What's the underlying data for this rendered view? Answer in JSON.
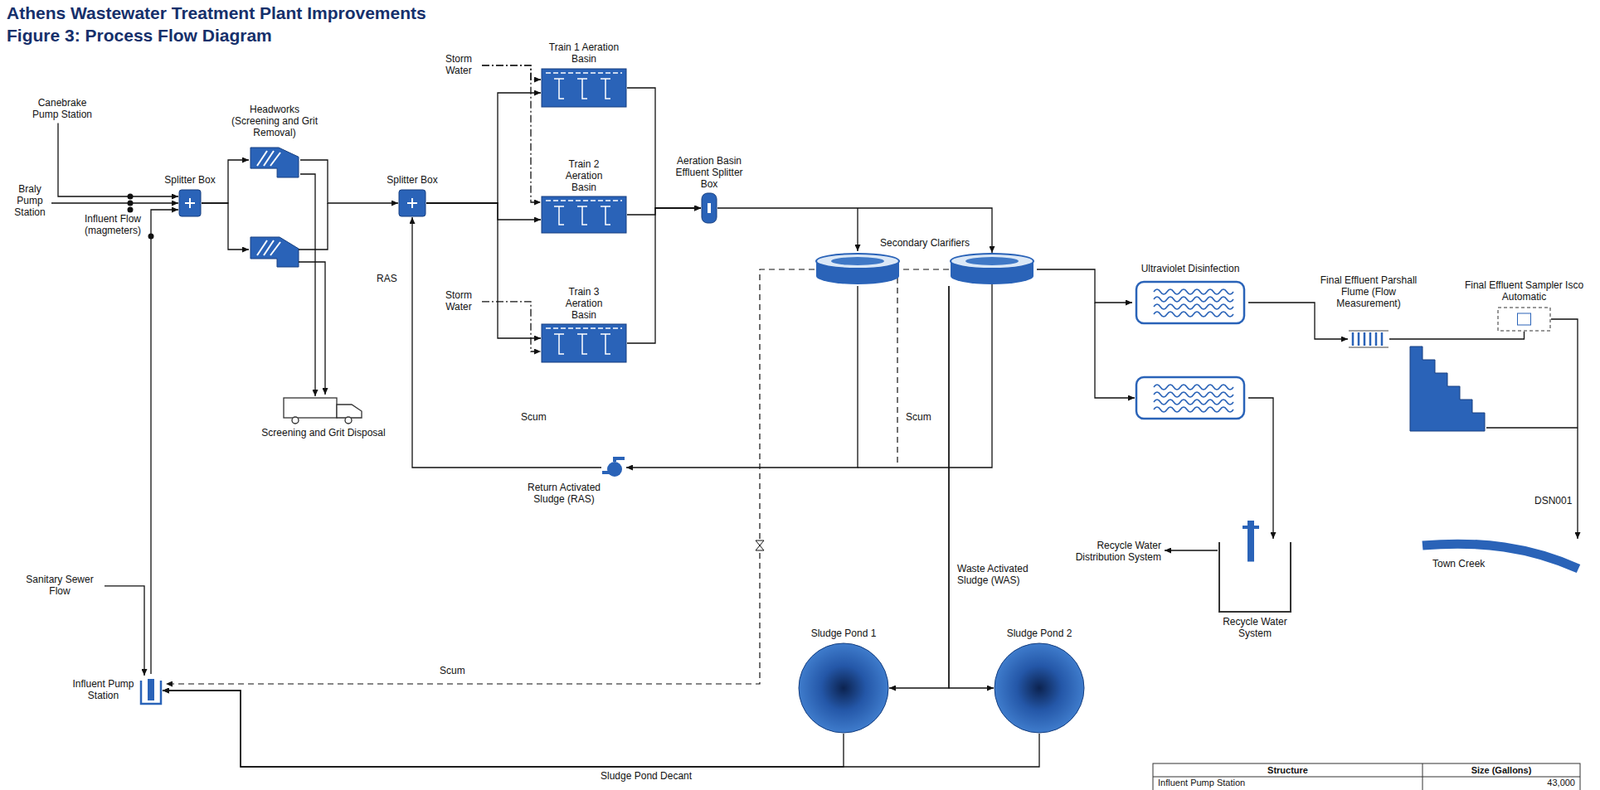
{
  "diagram": {
    "title": "Athens Wastewater Treatment Plant Improvements",
    "caption": "Figure 3: Process Flow Diagram",
    "nodes": [
      {
        "text": [
          "Canebrake Pump Station"
        ]
      },
      {
        "text": [
          "Braly Pump Station"
        ]
      },
      {
        "text": [
          "Splitter Box"
        ]
      },
      {
        "text": [
          "Headworks (Screening and Grit Removal)"
        ]
      },
      {
        "text": [
          "Splitter Box"
        ]
      },
      {
        "text": [
          "Train 1 Aeration Basin"
        ]
      },
      {
        "text": [
          "Train 2 Aeration Basin"
        ]
      },
      {
        "text": [
          "Train 3 Aeration Basin"
        ]
      },
      {
        "text": [
          "Aeration Basin Effluent Splitter Box"
        ]
      },
      {
        "text": [
          "Secondary Clarifiers"
        ]
      },
      {
        "text": [
          "Ultraviolet Disinfection"
        ]
      },
      {
        "text": [
          "Final Effluent Parshall Flume (Flow Measurement)"
        ]
      },
      {
        "text": [
          "Final Effluent Sampler Isco Automatic"
        ]
      },
      {
        "text": [
          "Town Creek"
        ]
      },
      {
        "text": [
          "Recycle Water System"
        ]
      },
      {
        "text": [
          "Recycle Water Distribution System"
        ]
      },
      {
        "text": [
          "Return Activated Sludge (RAS)"
        ]
      },
      {
        "text": [
          "Screening and Grit Disposal"
        ]
      },
      {
        "text": [
          "Sludge Pond 1"
        ]
      },
      {
        "text": [
          "Sludge Pond 2"
        ]
      },
      {
        "text": [
          "Influent Pump Station"
        ]
      },
      {
        "text": [
          "Sanitary Sewer Flow"
        ]
      },
      {
        "text": [
          "Storm Water"
        ]
      },
      {
        "text": [
          "Storm Water"
        ]
      }
    ],
    "edges": [
      {
        "from": 0,
        "to": 2,
        "arrow": "to"
      },
      {
        "from": 1,
        "to": 2,
        "arrow": "to"
      },
      {
        "from": 20,
        "to": 2,
        "arrow": "to"
      },
      {
        "from": 2,
        "to": 3,
        "arrow": "to"
      },
      {
        "from": 3,
        "to": 4,
        "arrow": "to"
      },
      {
        "from": 4,
        "to": 5,
        "arrow": "to"
      },
      {
        "from": 4,
        "to": 6,
        "arrow": "to"
      },
      {
        "from": 4,
        "to": 7,
        "arrow": "to"
      },
      {
        "from": 22,
        "to": 5,
        "arrow": "to"
      },
      {
        "from": 22,
        "to": 6,
        "arrow": "to"
      },
      {
        "from": 23,
        "to": 7,
        "arrow": "to"
      },
      {
        "from": 5,
        "to": 8,
        "arrow": "to"
      },
      {
        "from": 6,
        "to": 8,
        "arrow": "to"
      },
      {
        "from": 7,
        "to": 8,
        "arrow": "to"
      },
      {
        "from": 8,
        "to": 9,
        "arrow": "to"
      },
      {
        "from": 9,
        "to": 10,
        "arrow": "to"
      },
      {
        "from": 10,
        "to": 11,
        "arrow": "to"
      },
      {
        "from": 11,
        "to": 12,
        "arrow": "none"
      },
      {
        "from": 12,
        "to": 13,
        "arrow": "to",
        "label": "DSN001"
      },
      {
        "from": 10,
        "to": 14,
        "arrow": "to"
      },
      {
        "from": 14,
        "to": 15,
        "arrow": "to"
      },
      {
        "from": 9,
        "to": 16,
        "arrow": "to"
      },
      {
        "from": 16,
        "to": 4,
        "arrow": "to",
        "label": "RAS"
      },
      {
        "from": 3,
        "to": 17,
        "arrow": "to"
      },
      {
        "from": 9,
        "to": 18,
        "arrow": "to",
        "label": "Waste Activated Sludge (WAS)"
      },
      {
        "from": 9,
        "to": 19,
        "arrow": "to"
      },
      {
        "from": 18,
        "to": 20,
        "arrow": "to",
        "label": "Sludge Pond Decant"
      },
      {
        "from": 19,
        "to": 20,
        "arrow": "to"
      },
      {
        "from": 21,
        "to": 20,
        "arrow": "to"
      }
    ],
    "labels": [
      "Influent Flow (magmeters)",
      "Scum",
      "Scum",
      "Scum",
      "Structure",
      "Size (Gallons)",
      "Influent Pump Station",
      "43,000"
    ]
  }
}
